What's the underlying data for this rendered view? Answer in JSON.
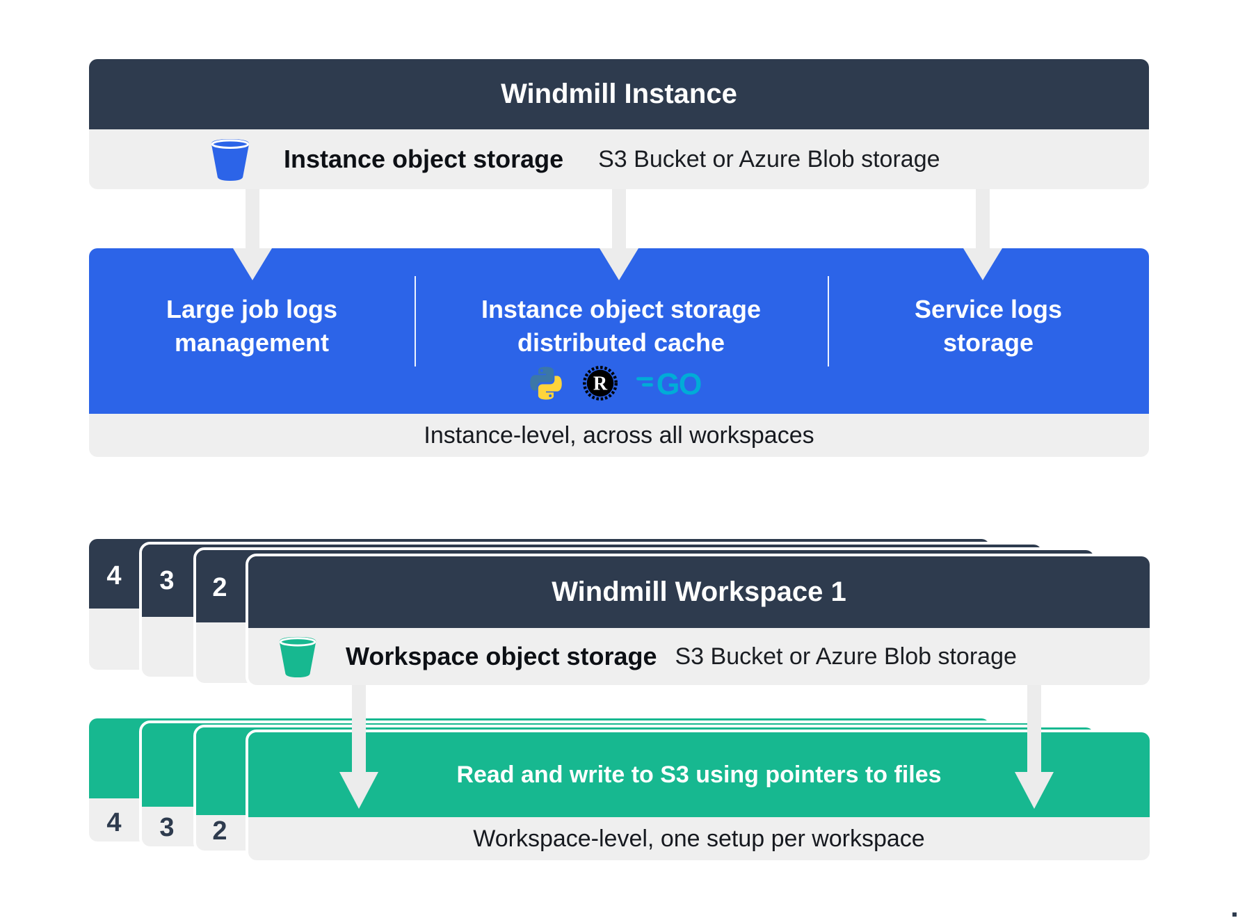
{
  "instance": {
    "title": "Windmill Instance",
    "storage": {
      "label": "Instance object storage",
      "sublabel": "S3 Bucket or Azure Blob storage"
    },
    "features": [
      {
        "line1": "Large job logs",
        "line2": "management"
      },
      {
        "line1": "Instance object storage",
        "line2": "distributed cache"
      },
      {
        "line1": "Service logs",
        "line2": "storage"
      }
    ],
    "caption": "Instance-level, across all workspaces"
  },
  "workspace": {
    "title": "Windmill Workspace 1",
    "stack_numbers": [
      "4",
      "3",
      "2"
    ],
    "storage": {
      "label": "Workspace object storage",
      "sublabel": "S3 Bucket or Azure Blob storage"
    },
    "action": "Read and write to S3 using pointers to files",
    "caption": "Workspace-level, one setup per workspace"
  },
  "icons": {
    "instance_bucket": "bucket-icon",
    "workspace_bucket": "bucket-icon",
    "python": "python-logo-icon",
    "rust": "rust-logo-icon",
    "go": "go-logo-icon",
    "rust_letter": "R",
    "go_text": "GO"
  },
  "colors": {
    "navy": "#2e3b4e",
    "blue": "#2c64e8",
    "green": "#17b890",
    "panel_gray": "#efefef",
    "arrow_gray": "#ececec",
    "text_dark": "#16191f",
    "python_blue": "#3b77a8",
    "python_yellow": "#ffd43b",
    "rust_black": "#000000",
    "go_teal": "#00acd7"
  }
}
